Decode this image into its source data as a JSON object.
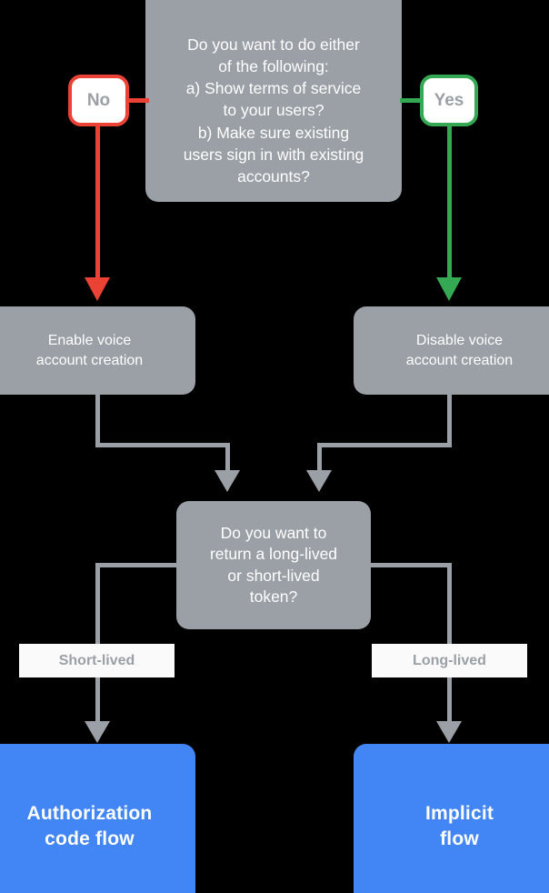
{
  "diagram": {
    "title_visible": false,
    "background_color": "#000000",
    "palette": {
      "gray": "#9aa0a6",
      "blue": "#4285f4",
      "red": "#ea4335",
      "green": "#34a853",
      "label_bg": "#fafafa",
      "node_text": "#ffffff"
    }
  },
  "nodes": {
    "top_decision": {
      "text": "Do you want to do either\nof the following:\na) Show terms of service\nto your users?\nb) Make sure existing\nusers sign in with existing\naccounts?",
      "shape": "rounded-rect",
      "fill": "#9aa0a6"
    },
    "enable_voice": {
      "text": "Enable voice\naccount creation",
      "shape": "rounded-rect",
      "fill": "#9aa0a6"
    },
    "disable_voice": {
      "text": "Disable voice\naccount creation",
      "shape": "rounded-rect",
      "fill": "#9aa0a6"
    },
    "token_decision": {
      "text": "Do you want to\nreturn a long-lived\nor short-lived\ntoken?",
      "shape": "rounded-rect",
      "fill": "#9aa0a6"
    },
    "authorization_code_flow": {
      "text": "Authorization\ncode flow",
      "shape": "rounded-rect",
      "fill": "#4285f4"
    },
    "implicit_flow": {
      "text": "Implicit\nflow",
      "shape": "rounded-rect",
      "fill": "#4285f4"
    }
  },
  "badges": {
    "no": {
      "label": "No",
      "border_color": "#ea4335",
      "fill": "#ffffff",
      "text_color": "#9aa0a6"
    },
    "yes": {
      "label": "Yes",
      "border_color": "#34a853",
      "fill": "#ffffff",
      "text_color": "#9aa0a6"
    }
  },
  "edge_labels": {
    "short_lived": {
      "label": "Short-lived",
      "fill": "#fafafa",
      "text_color": "#9aa0a6"
    },
    "long_lived": {
      "label": "Long-lived",
      "fill": "#fafafa",
      "text_color": "#9aa0a6"
    }
  },
  "edges": [
    {
      "from": "no",
      "to": "enable_voice",
      "color": "#ea4335",
      "arrow": true
    },
    {
      "from": "yes",
      "to": "disable_voice",
      "color": "#34a853",
      "arrow": true
    },
    {
      "from": "enable_voice",
      "to": "token_decision",
      "color": "#9aa0a6",
      "arrow": true
    },
    {
      "from": "disable_voice",
      "to": "token_decision",
      "color": "#9aa0a6",
      "arrow": true
    },
    {
      "from": "token_decision",
      "to": "authorization_code_flow",
      "color": "#9aa0a6",
      "arrow": true,
      "label": "Short-lived"
    },
    {
      "from": "token_decision",
      "to": "implicit_flow",
      "color": "#9aa0a6",
      "arrow": true,
      "label": "Long-lived"
    }
  ]
}
